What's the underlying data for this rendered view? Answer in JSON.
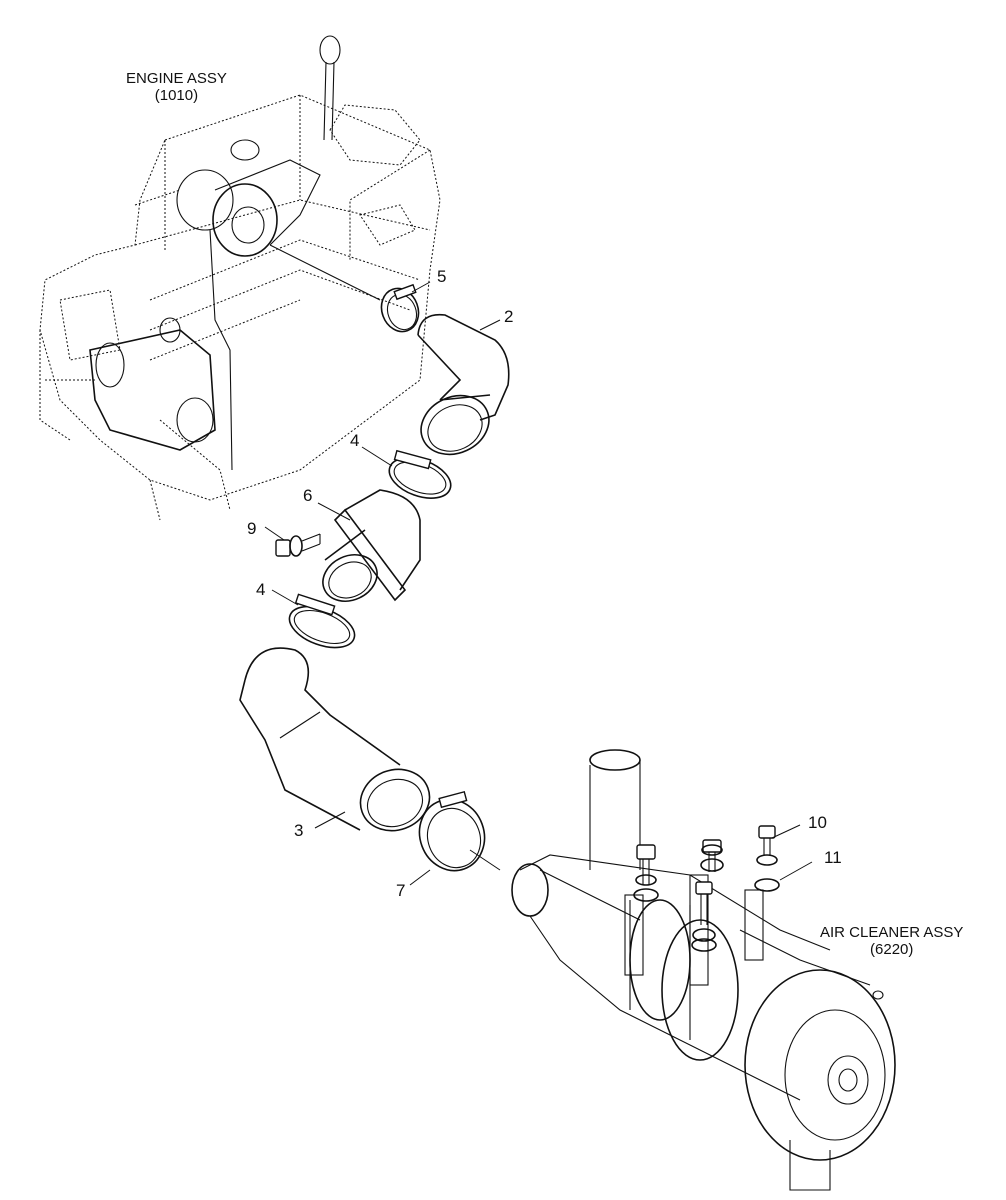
{
  "assemblies": {
    "engine": {
      "name": "ENGINE ASSY",
      "code": "(1010)"
    },
    "air_cleaner": {
      "name": "AIR CLEANER ASSY",
      "code": "(6220)"
    }
  },
  "callouts": {
    "c2": "2",
    "c3": "3",
    "c4a": "4",
    "c4b": "4",
    "c5": "5",
    "c6": "6",
    "c7": "7",
    "c9": "9",
    "c10": "10",
    "c11": "11"
  }
}
